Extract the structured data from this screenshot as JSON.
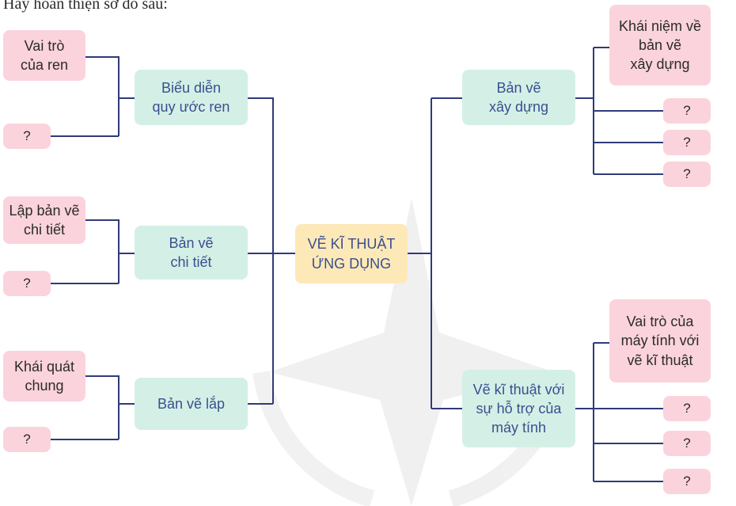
{
  "title": "Hãy hoàn thiện sơ đồ sau:",
  "center": {
    "line1": "VẼ KĨ THUẬT",
    "line2": "ỨNG DỤNG"
  },
  "left_topics": [
    {
      "line1": "Biểu diễn",
      "line2": "quy ước ren",
      "items": [
        {
          "line1": "Vai trò",
          "line2": "của ren"
        },
        {
          "line1": "?"
        }
      ]
    },
    {
      "line1": "Bản vẽ",
      "line2": "chi tiết",
      "items": [
        {
          "line1": "Lập bản vẽ",
          "line2": "chi tiết"
        },
        {
          "line1": "?"
        }
      ]
    },
    {
      "line1": "Bản vẽ lắp",
      "items": [
        {
          "line1": "Khái quát",
          "line2": "chung"
        },
        {
          "line1": "?"
        }
      ]
    }
  ],
  "right_topics": [
    {
      "line1": "Bản vẽ",
      "line2": "xây dựng",
      "items": [
        {
          "line1": "Khái niệm về",
          "line2": "bản vẽ",
          "line3": "xây dựng"
        },
        {
          "line1": "?"
        },
        {
          "line1": "?"
        },
        {
          "line1": "?"
        }
      ]
    },
    {
      "line1": "Vẽ kĩ thuật với",
      "line2": "sự hỗ trợ của",
      "line3": "máy tính",
      "items": [
        {
          "line1": "Vai trò của",
          "line2": "máy tính với",
          "line3": "vẽ kĩ thuật"
        },
        {
          "line1": "?"
        },
        {
          "line1": "?"
        },
        {
          "line1": "?"
        }
      ]
    }
  ],
  "colors": {
    "connector": "#2f3a7a",
    "leaf_fill": "#fbd3dc",
    "topic_fill": "#d4f0e6",
    "center_fill": "#fde9b8",
    "topic_text": "#3a4f8f"
  }
}
